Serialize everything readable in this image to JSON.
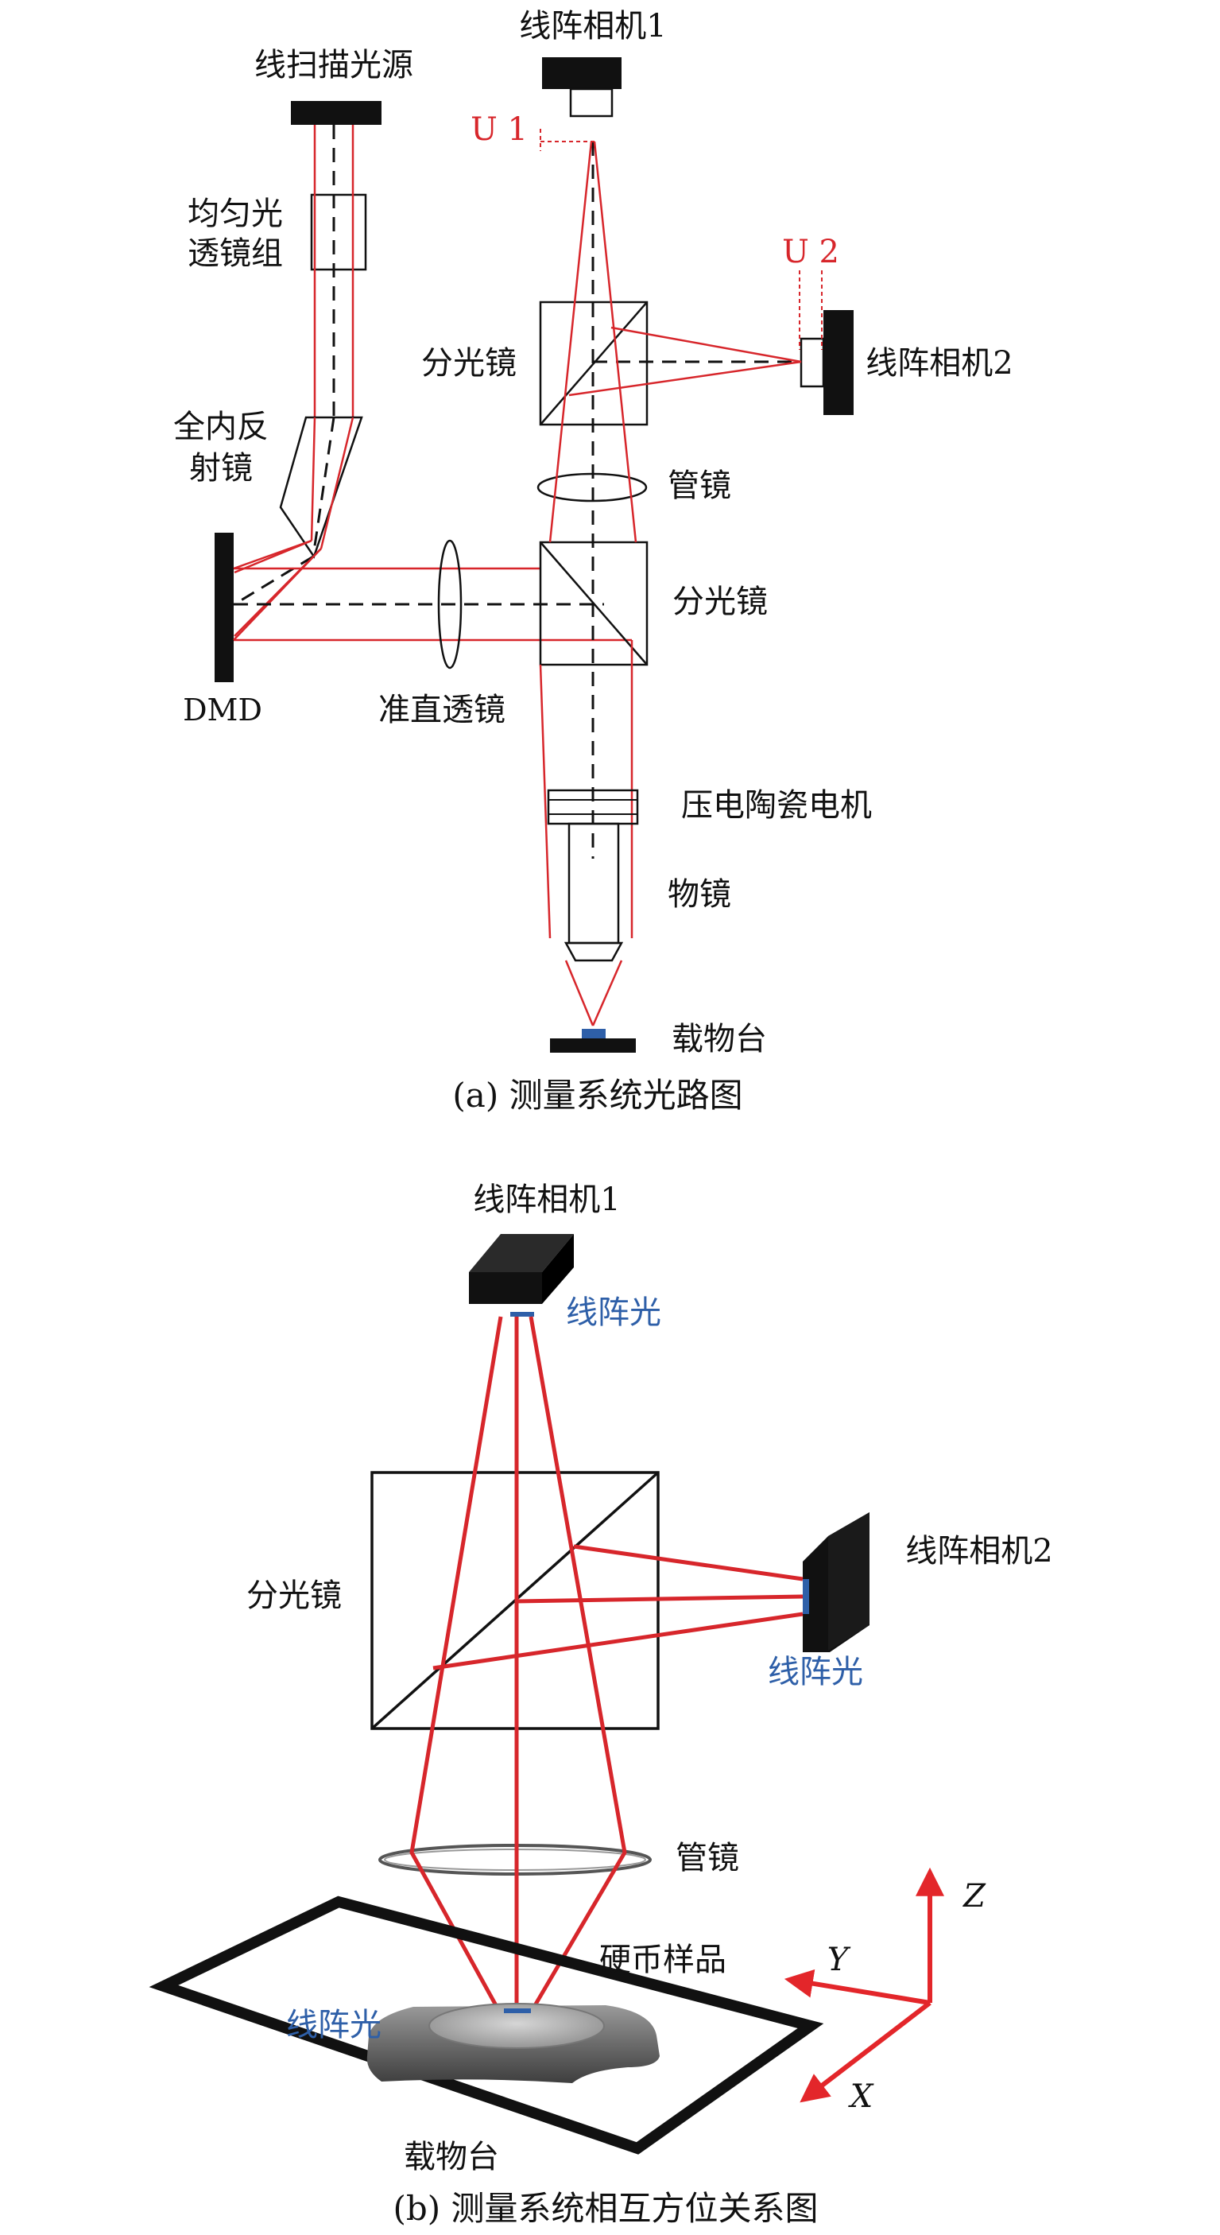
{
  "colors": {
    "beam": "#d7262b",
    "beam_label": "#d7262b",
    "line_light_label": "#2e5fa8",
    "axis": "#e3262a",
    "component": "#111111"
  },
  "panel_a": {
    "caption": "(a) 测量系统光路图",
    "labels": {
      "camera1": "线阵相机1",
      "light_source": "线扫描光源",
      "homogenizer_line1": "均匀光",
      "homogenizer_line2": "透镜组",
      "u1": "U 1",
      "u2": "U 2",
      "beamsplitter_top": "分光镜",
      "camera2": "线阵相机2",
      "tir_line1": "全内反",
      "tir_line2": "射镜",
      "tube_lens": "管镜",
      "beamsplitter_bottom": "分光镜",
      "dmd": "DMD",
      "collimator": "准直透镜",
      "piezo": "压电陶瓷电机",
      "objective": "物镜",
      "stage": "载物台"
    }
  },
  "panel_b": {
    "caption": "(b) 测量系统相互方位关系图",
    "labels": {
      "camera1": "线阵相机1",
      "line_light_top": "线阵光",
      "beamsplitter": "分光镜",
      "camera2": "线阵相机2",
      "line_light_right": "线阵光",
      "tube_lens": "管镜",
      "coin_sample": "硬币样品",
      "line_light_sample": "线阵光",
      "stage": "载物台",
      "axis_z": "Z",
      "axis_y": "Y",
      "axis_x": "X"
    }
  }
}
